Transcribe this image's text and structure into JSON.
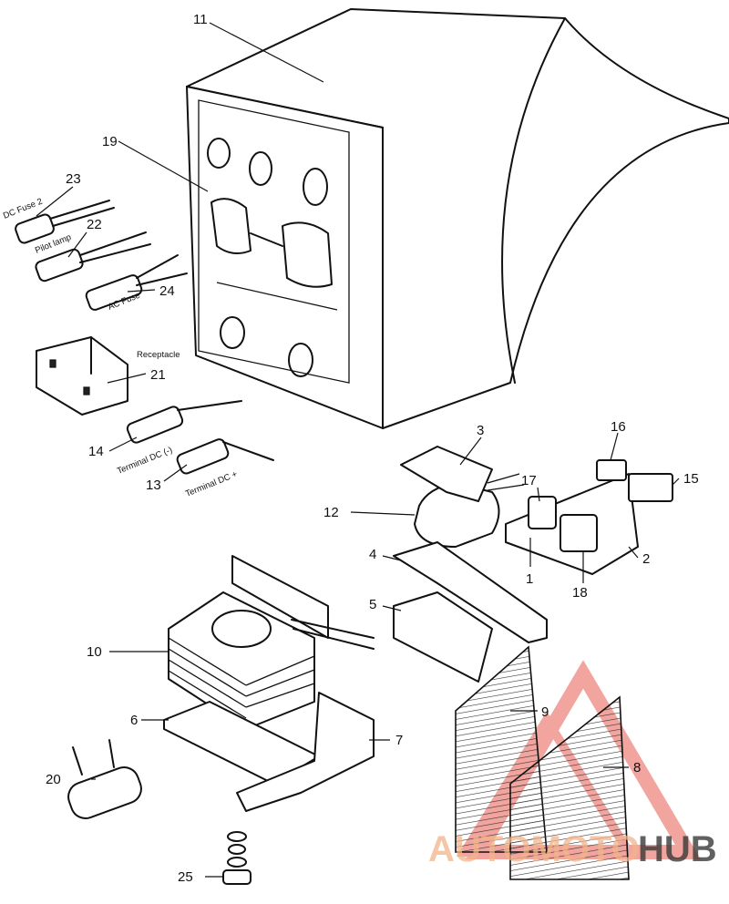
{
  "callouts": [
    {
      "id": "1",
      "label": "1"
    },
    {
      "id": "2",
      "label": "2"
    },
    {
      "id": "3",
      "label": "3"
    },
    {
      "id": "4",
      "label": "4"
    },
    {
      "id": "5",
      "label": "5"
    },
    {
      "id": "6",
      "label": "6"
    },
    {
      "id": "7",
      "label": "7"
    },
    {
      "id": "8",
      "label": "8"
    },
    {
      "id": "9",
      "label": "9"
    },
    {
      "id": "10",
      "label": "10"
    },
    {
      "id": "11",
      "label": "11"
    },
    {
      "id": "12",
      "label": "12"
    },
    {
      "id": "13",
      "label": "13"
    },
    {
      "id": "14",
      "label": "14"
    },
    {
      "id": "15",
      "label": "15"
    },
    {
      "id": "16",
      "label": "16"
    },
    {
      "id": "17",
      "label": "17"
    },
    {
      "id": "18",
      "label": "18"
    },
    {
      "id": "19",
      "label": "19"
    },
    {
      "id": "20",
      "label": "20"
    },
    {
      "id": "21",
      "label": "21"
    },
    {
      "id": "22",
      "label": "22"
    },
    {
      "id": "23",
      "label": "23"
    },
    {
      "id": "24",
      "label": "24"
    },
    {
      "id": "25",
      "label": "25"
    }
  ],
  "part_labels": {
    "dc_fuse": "DC Fuse 2",
    "pilot_lamp": "Pilot lamp",
    "ac_fuse": "AC Fuse",
    "receptacle": "Receptacle",
    "terminal_dc_neg": "Terminal DC (-)",
    "terminal_dc_pos": "Terminal DC +"
  },
  "watermark": {
    "brand_part1": "AUTOMOTO",
    "brand_part2": "HUB",
    "color_primary": "#e85a4f",
    "color_secondary": "#f2b48a",
    "color_dark": "#3a3a3a"
  }
}
